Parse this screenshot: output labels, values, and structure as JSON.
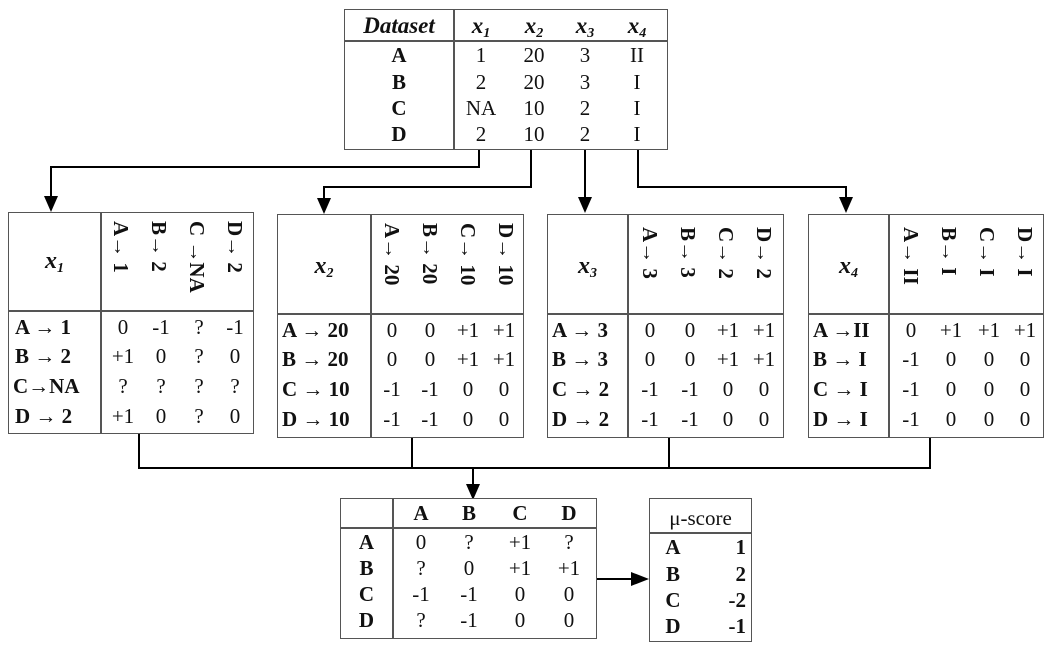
{
  "dataset_table": {
    "header": [
      "Dataset",
      "x",
      "x",
      "x",
      "x"
    ],
    "header_subs": [
      "",
      "1",
      "2",
      "3",
      "4"
    ],
    "rows": [
      {
        "label": "A",
        "values": [
          "1",
          "20",
          "3",
          "II"
        ]
      },
      {
        "label": "B",
        "values": [
          "2",
          "20",
          "3",
          "I"
        ]
      },
      {
        "label": "C",
        "values": [
          "NA",
          "10",
          "2",
          "I"
        ]
      },
      {
        "label": "D",
        "values": [
          "2",
          "10",
          "2",
          "I"
        ]
      }
    ]
  },
  "feature_tables": [
    {
      "title": "x",
      "sub": "1",
      "col_headers": [
        "A→ 1",
        "B→ 2",
        "C →NA",
        "D→ 2"
      ],
      "rows": [
        {
          "label": "A → 1",
          "values": [
            "0",
            "-1",
            "?",
            "-1"
          ]
        },
        {
          "label": "B → 2",
          "values": [
            "+1",
            "0",
            "?",
            "0"
          ]
        },
        {
          "label": "C→NA",
          "values": [
            "?",
            "?",
            "?",
            "?"
          ]
        },
        {
          "label": "D → 2",
          "values": [
            "+1",
            "0",
            "?",
            "0"
          ]
        }
      ]
    },
    {
      "title": "x",
      "sub": "2",
      "col_headers": [
        "A→ 20",
        "B→ 20",
        "C→ 10",
        "D→ 10"
      ],
      "rows": [
        {
          "label": "A → 20",
          "values": [
            "0",
            "0",
            "+1",
            "+1"
          ]
        },
        {
          "label": "B → 20",
          "values": [
            "0",
            "0",
            "+1",
            "+1"
          ]
        },
        {
          "label": "C → 10",
          "values": [
            "-1",
            "-1",
            "0",
            "0"
          ]
        },
        {
          "label": "D → 10",
          "values": [
            "-1",
            "-1",
            "0",
            "0"
          ]
        }
      ]
    },
    {
      "title": "x",
      "sub": "3",
      "col_headers": [
        "A→ 3",
        "B→ 3",
        "C→ 2",
        "D→ 2"
      ],
      "rows": [
        {
          "label": "A → 3",
          "values": [
            "0",
            "0",
            "+1",
            "+1"
          ]
        },
        {
          "label": "B → 3",
          "values": [
            "0",
            "0",
            "+1",
            "+1"
          ]
        },
        {
          "label": "C → 2",
          "values": [
            "-1",
            "-1",
            "0",
            "0"
          ]
        },
        {
          "label": "D → 2",
          "values": [
            "-1",
            "-1",
            "0",
            "0"
          ]
        }
      ]
    },
    {
      "title": "x",
      "sub": "4",
      "col_headers": [
        "A→ II",
        "B→ I",
        "C→ I",
        "D→ I"
      ],
      "rows": [
        {
          "label": "A →II",
          "values": [
            "0",
            "+1",
            "+1",
            "+1"
          ]
        },
        {
          "label": "B → I",
          "values": [
            "-1",
            "0",
            "0",
            "0"
          ]
        },
        {
          "label": "C → I",
          "values": [
            "-1",
            "0",
            "0",
            "0"
          ]
        },
        {
          "label": "D → I",
          "values": [
            "-1",
            "0",
            "0",
            "0"
          ]
        }
      ]
    }
  ],
  "combined_table": {
    "col_headers": [
      "A",
      "B",
      "C",
      "D"
    ],
    "rows": [
      {
        "label": "A",
        "values": [
          "0",
          "?",
          "+1",
          "?"
        ]
      },
      {
        "label": "B",
        "values": [
          "?",
          "0",
          "+1",
          "+1"
        ]
      },
      {
        "label": "C",
        "values": [
          "-1",
          "-1",
          "0",
          "0"
        ]
      },
      {
        "label": "D",
        "values": [
          "?",
          "-1",
          "0",
          "0"
        ]
      }
    ]
  },
  "mu_score": {
    "title": "μ-score",
    "rows": [
      {
        "label": "A",
        "value": "1"
      },
      {
        "label": "B",
        "value": "2"
      },
      {
        "label": "C",
        "value": "-2"
      },
      {
        "label": "D",
        "value": "-1"
      }
    ]
  }
}
